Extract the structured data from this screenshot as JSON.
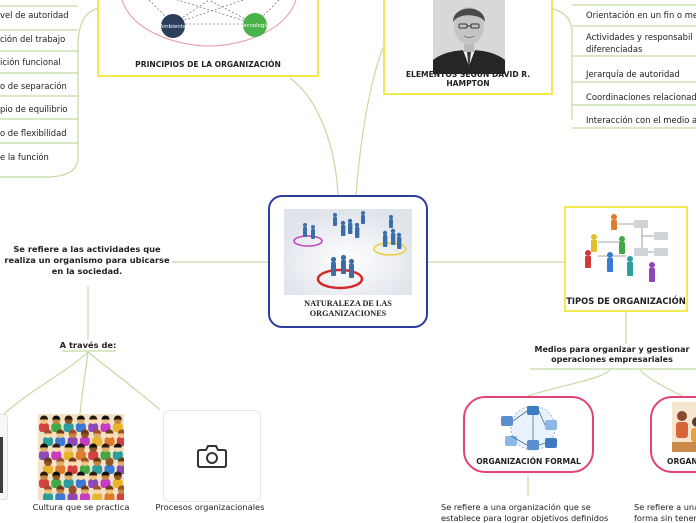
{
  "center": {
    "title": "NATURALEZA  DE LAS ORGANIZACIONES"
  },
  "principles": {
    "caption": "PRINCIPIOS DE LA ORGANIZACIÓN",
    "circle_left": "Ambiente",
    "circle_right": "Tecnología",
    "items": [
      "vel de autoridad",
      "ción del trabajo",
      "ición funcional",
      "o de separación",
      "pio de equilibrio",
      "o de flexibilidad",
      "e la función"
    ]
  },
  "hampton": {
    "caption": "ELEMENTOS SEGÚN DAVID R.  HAMPTON",
    "items": [
      "Orientación en un fin o me",
      "Actividades  y responsabil",
      "diferenciadas",
      "Jerarquía de autoridad",
      "Coordinaciones relacionad",
      "Interacción con el medio a"
    ]
  },
  "definition": {
    "text": "Se refiere a las actividades que realiza un organismo para ubicarse  en la sociedad."
  },
  "through": {
    "label": "A través de:",
    "culture_label": "Cultura que se practica",
    "processes_label": "Procesos organizacionales"
  },
  "types": {
    "caption": "TIPOS DE ORGANIZACIÓN",
    "means_label": "Medios para organizar y gestionar operaciones empresariales",
    "formal_caption": "ORGANIZACIÓN FORMAL",
    "informal_caption": "ORGANI",
    "formal_text": "Se refiere a una organización que se establece para lograr objetivos definidos",
    "informal_text": "Se refiere a una forma sin tener"
  },
  "colors": {
    "connector": "#c2dca2",
    "yellow": "#f2e94e",
    "blue": "#2e3c9c",
    "pink": "#e0427a"
  }
}
